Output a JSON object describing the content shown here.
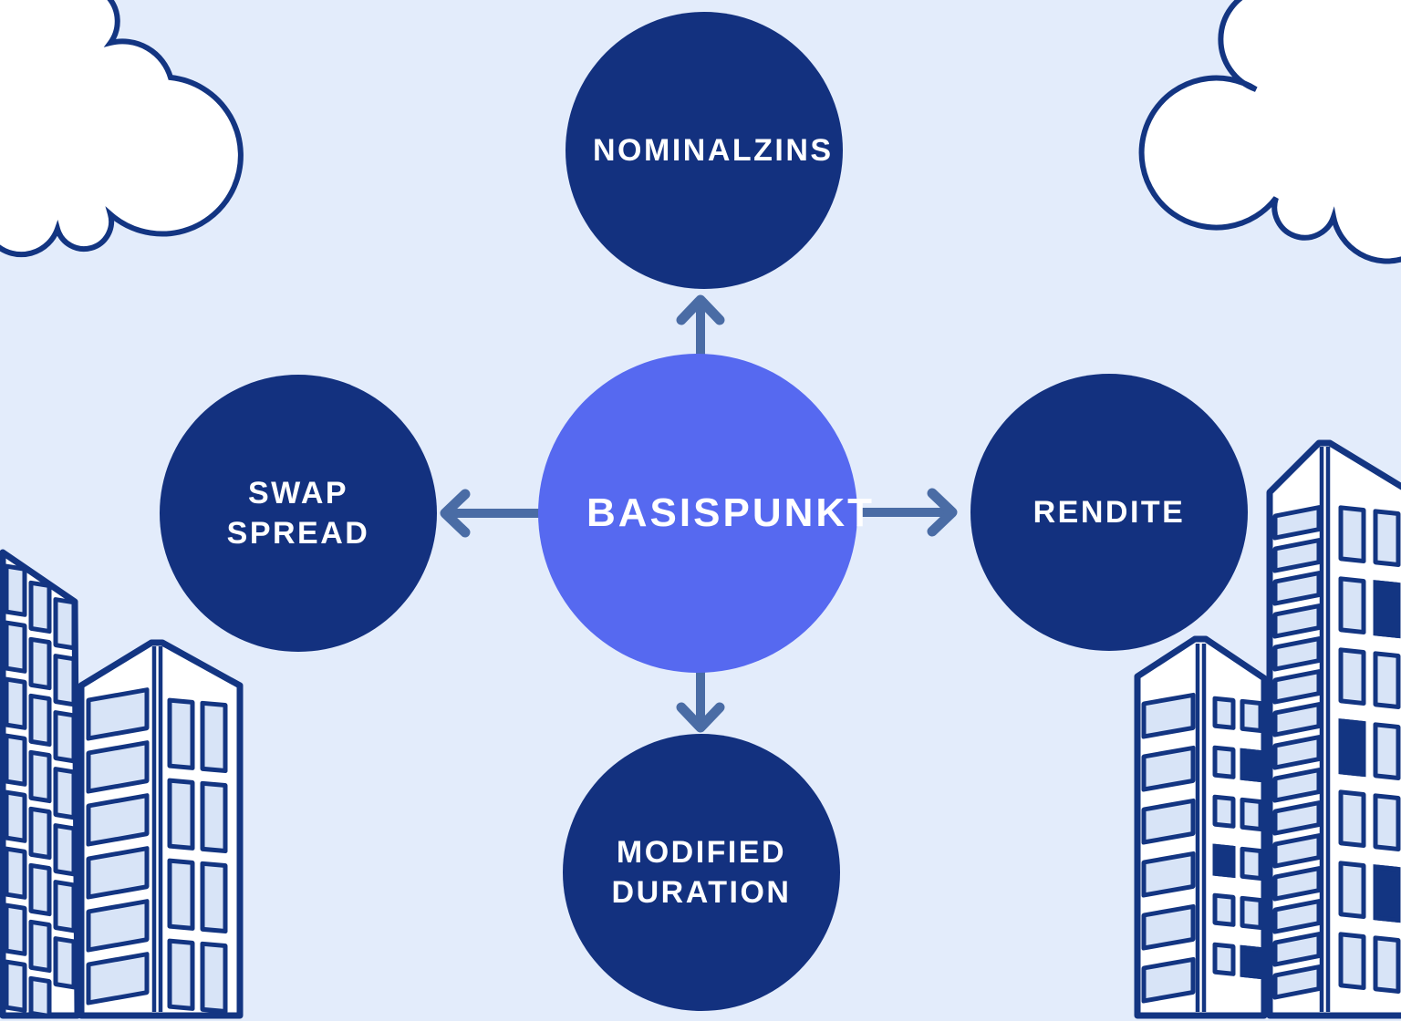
{
  "colors": {
    "background": "#e3ecfb",
    "node_fill": "#13317f",
    "center_fill": "#5669f0",
    "arrow": "#4a6ca5",
    "line_art": "#133582",
    "window_fill": "#d8e4f7",
    "label_text": "#ffffff"
  },
  "diagram": {
    "center": {
      "label": "BASISPUNKT"
    },
    "nodes": [
      {
        "id": "top",
        "label": "NOMINALZINS"
      },
      {
        "id": "right",
        "label": "RENDITE"
      },
      {
        "id": "bottom",
        "label": "MODIFIED DURATION"
      },
      {
        "id": "left",
        "label": "SWAP SPREAD"
      }
    ]
  },
  "decorations": {
    "top_left": "cloud-icon",
    "top_right": "cloud-icon",
    "bottom_left": "city-buildings-illustration",
    "bottom_right": "city-buildings-illustration"
  }
}
